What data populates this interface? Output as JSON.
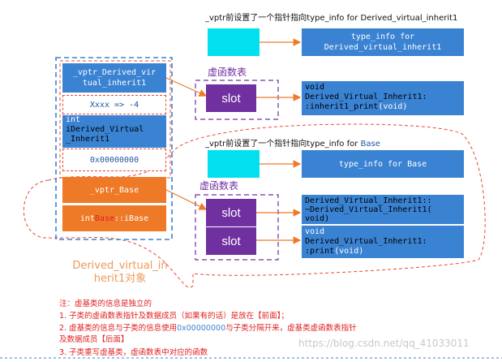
{
  "top_caption": "_vptr前设置了一个指针指向type_info for Derived_virtual_inherit1",
  "mid_caption": {
    "prefix": "_vptr前设置了一个指针指向type_info for ",
    "highlight": "Base"
  },
  "typeinfo_derived": {
    "line1": "type_info for",
    "line2": "Derived_virtual_inherit1"
  },
  "typeinfo_base": "type_info for Base",
  "vtable_label_1": "虚函数表",
  "vtable_label_2": "虚函数表",
  "object_cells": {
    "vptr_derived": {
      "line1": "_vptr_Derived_vir",
      "line2": "tual_inherit1"
    },
    "offset": "Xxxx => -4",
    "member": {
      "line1": "int",
      "line2": "iDerived_Virtual",
      "line3": "_Inherit1"
    },
    "separator": "0x00000000",
    "vptr_base": "_vptr_Base",
    "base_member": {
      "type": "int ",
      "scope": "Base",
      "rest": "::iBase"
    }
  },
  "slots": [
    "slot",
    "slot",
    "slot"
  ],
  "functions": {
    "fn1": {
      "line1": "void",
      "line2": "Derived_Virtual_Inherit1:",
      "line3": ":inherit1_print",
      "line4": "(void)"
    },
    "fn2": {
      "line1": "Derived_Virtual_Inherit1::",
      "line2": "~Derived_Virtual_Inherit1(",
      "line3": "void)"
    },
    "fn3": {
      "line1": "void",
      "line2": "Derived_Virtual_Inherit1:",
      "line3": ":print",
      "line4": "(void)"
    }
  },
  "object_title": {
    "line1": "Derived_virtual_in",
    "line2": "herit1对象"
  },
  "notes": {
    "title": "注：虚基类的信息是独立的",
    "item1": "1. 子类的虚函数表指针及数据成员（如果有的话）是放在【前面】；",
    "item2_part1": "2. 虚基类的信息与子类的信息使用",
    "item2_hex": "0x00000000",
    "item2_part2": "与子类分隔开来，虚基类虚函数表指针",
    "item2_line2": "及数据成员【后面】",
    "item3": "3. 子类重写虚基类，虚函数表中对应的函数"
  },
  "watermark": "https://blog.csdn.net/qq_41033011",
  "colors": {
    "blue": "#3a82d2",
    "cyan": "#00e0ef",
    "purple": "#7030a0",
    "orange": "#ee7a28",
    "red": "#e02020",
    "arrow": "#ee7a28",
    "dashed_blue": "#3a82d2",
    "dashed_purple": "#7030a0",
    "dashed_red": "#e84a3a"
  }
}
